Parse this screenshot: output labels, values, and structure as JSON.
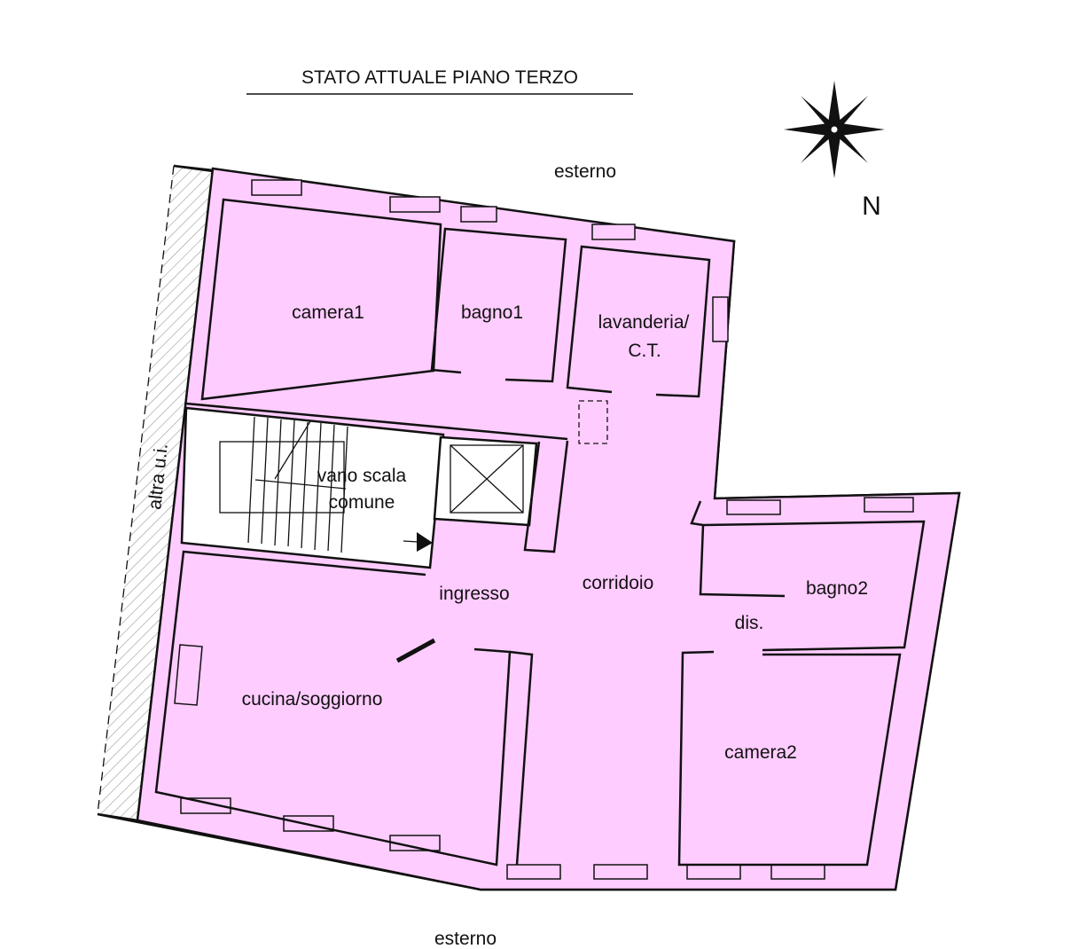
{
  "title": "STATO ATTUALE PIANO TERZO",
  "north_label": "N",
  "outside": {
    "north": "esterno",
    "south": "esterno",
    "west": "altra u.i."
  },
  "rooms": {
    "camera1": "camera1",
    "bagno1": "bagno1",
    "lavanderia_line1": "lavanderia/",
    "lavanderia_line2": "C.T.",
    "vano_scala_line1": "vano scala",
    "vano_scala_line2": "comune",
    "ingresso": "ingresso",
    "corridoio": "corridoio",
    "bagno2": "bagno2",
    "dis": "dis.",
    "cucina": "cucina/soggiorno",
    "camera2": "camera2"
  },
  "colors": {
    "fill": "#ffccff",
    "line": "#111111"
  }
}
